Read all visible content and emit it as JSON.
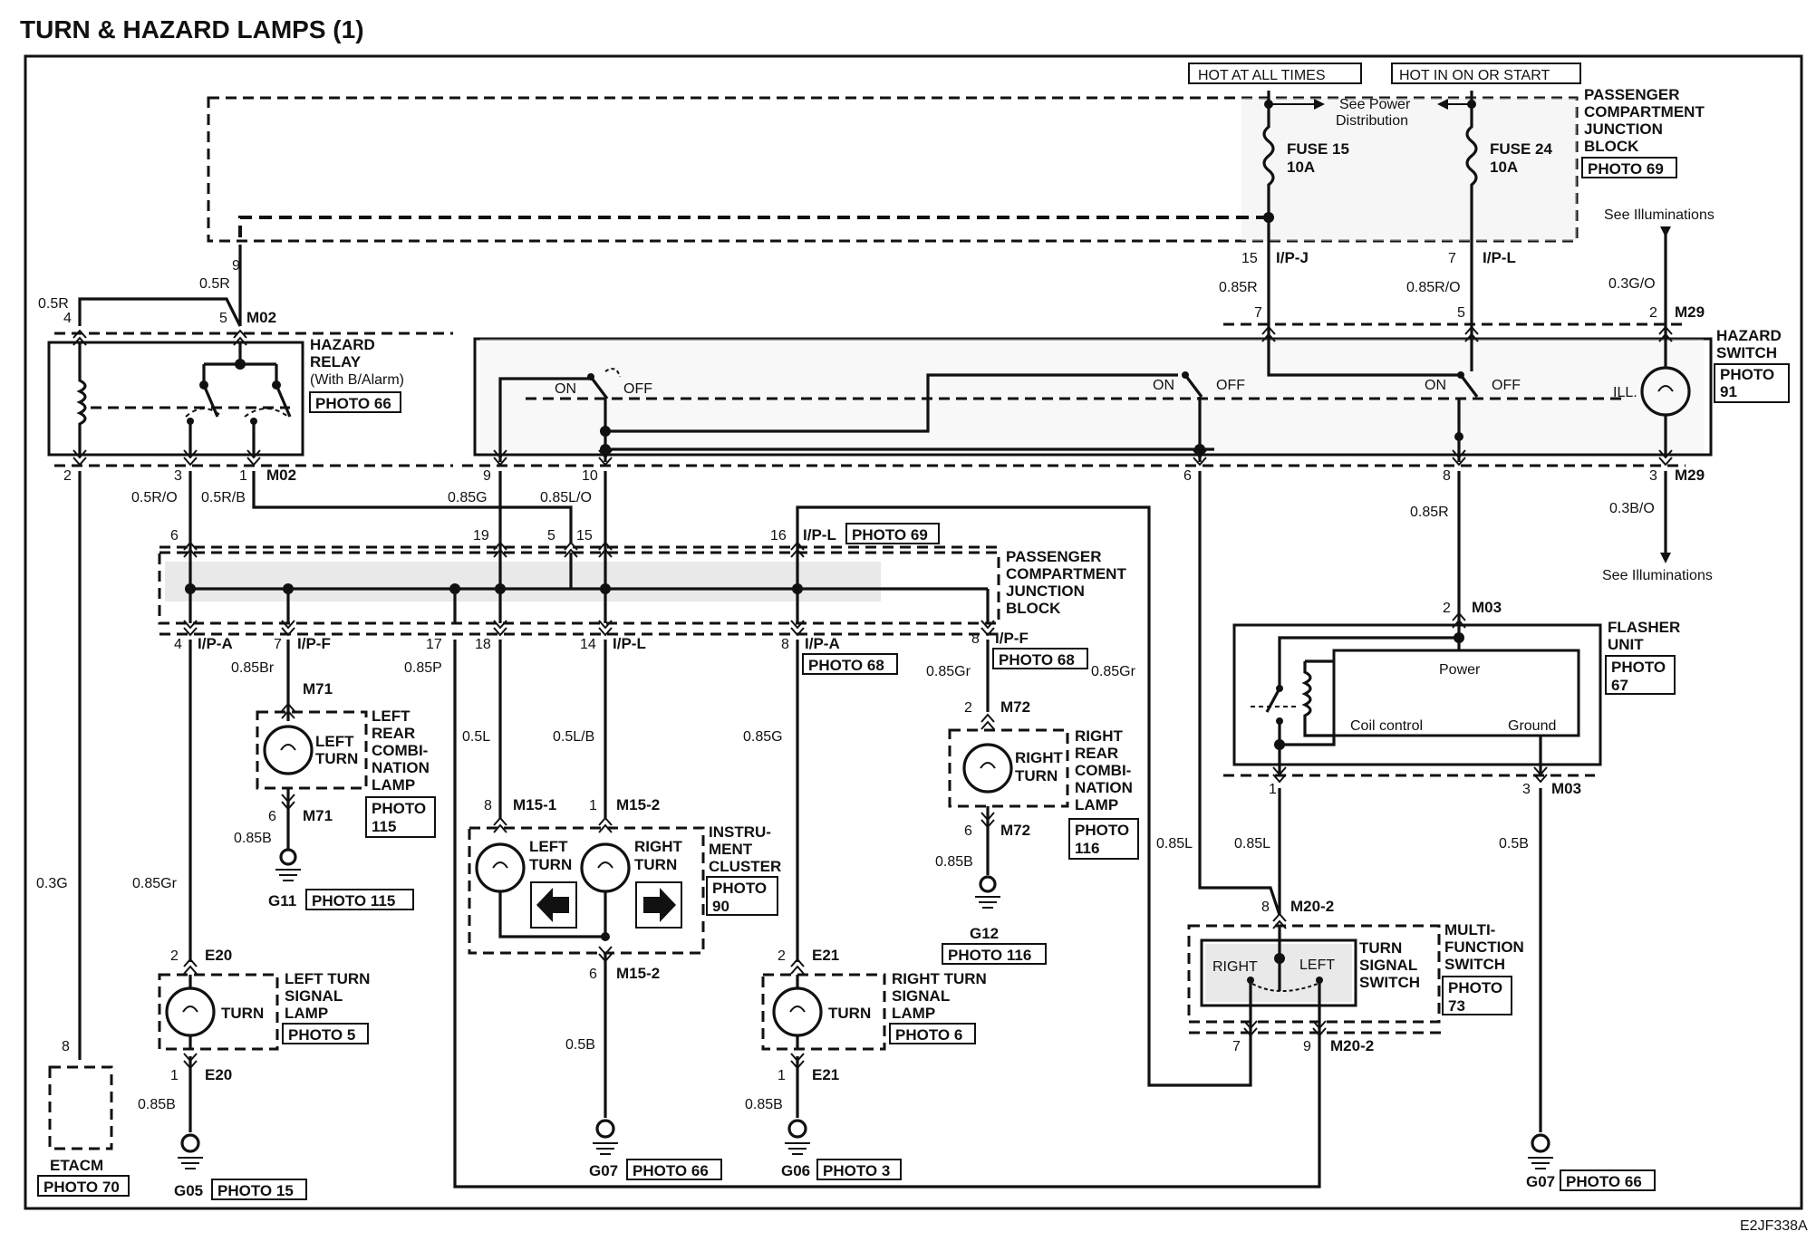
{
  "title": "TURN & HAZARD LAMPS (1)",
  "code": "E2JF338A",
  "power_labels": {
    "hot_always": "HOT AT ALL TIMES",
    "hot_on_start": "HOT IN ON OR START",
    "see_power_1": "See Power",
    "see_power_2": "Distribution"
  },
  "fuses": [
    {
      "name": "FUSE 15",
      "rating": "10A"
    },
    {
      "name": "FUSE 24",
      "rating": "10A"
    }
  ],
  "see_illum": "See Illuminations",
  "components": {
    "pcjb_top": [
      "PASSENGER",
      "COMPARTMENT",
      "JUNCTION",
      "BLOCK"
    ],
    "pcjb_mid": [
      "PASSENGER",
      "COMPARTMENT",
      "JUNCTION",
      "BLOCK"
    ],
    "hazard_relay": [
      "HAZARD",
      "RELAY",
      "(With B/Alarm)"
    ],
    "hazard_switch": [
      "HAZARD",
      "SWITCH"
    ],
    "flasher": [
      "FLASHER",
      "UNIT"
    ],
    "flasher_power": "Power",
    "flasher_coil": "Coil control",
    "flasher_ground": "Ground",
    "left_rear": [
      "LEFT",
      "REAR",
      "COMBI-",
      "NATION",
      "LAMP"
    ],
    "right_rear": [
      "RIGHT",
      "REAR",
      "COMBI-",
      "NATION",
      "LAMP"
    ],
    "cluster": [
      "INSTRU-",
      "MENT",
      "CLUSTER"
    ],
    "left_turn_signal": [
      "LEFT TURN",
      "SIGNAL",
      "LAMP"
    ],
    "right_turn_signal": [
      "RIGHT TURN",
      "SIGNAL",
      "LAMP"
    ],
    "multi_function": [
      "MULTI-",
      "FUNCTION",
      "SWITCH"
    ],
    "turn_signal_switch": [
      "TURN",
      "SIGNAL",
      "SWITCH"
    ],
    "etacm": "ETACM",
    "ill": "ILL.",
    "on": "ON",
    "off": "OFF",
    "left": "LEFT",
    "right": "RIGHT",
    "turn": "TURN"
  },
  "photos": {
    "p69": "PHOTO 69",
    "p66": "PHOTO 66",
    "p91": "PHOTO 91",
    "p67": "PHOTO 67",
    "p68": "PHOTO 68",
    "p115": "PHOTO 115",
    "p116": "PHOTO 116",
    "p90": "PHOTO 90",
    "p73": "PHOTO 73",
    "p5": "PHOTO 5",
    "p6": "PHOTO 6",
    "p15": "PHOTO 15",
    "p3": "PHOTO 3",
    "p70": "PHOTO 70"
  },
  "grounds": {
    "g11": "G11",
    "g12": "G12",
    "g05": "G05",
    "g07": "G07",
    "g06": "G06"
  },
  "connectors": {
    "ipj": "I/P-J",
    "ipl": "I/P-L",
    "ipa": "I/P-A",
    "ipf": "I/P-F",
    "m02": "M02",
    "m29": "M29",
    "m03": "M03",
    "m71": "M71",
    "m72": "M72",
    "m151": "M15-1",
    "m152": "M15-2",
    "m202": "M20-2",
    "e20": "E20",
    "e21": "E21"
  },
  "wires": {
    "w05r": "0.5R",
    "w085r": "0.85R",
    "w085ro": "0.85R/O",
    "w03go": "0.3G/O",
    "w03bo": "0.3B/O",
    "w05ro": "0.5R/O",
    "w05rb": "0.5R/B",
    "w085g": "0.85G",
    "w085lo": "0.85L/O",
    "w085br": "0.85Br",
    "w085p": "0.85P",
    "w085gr": "0.85Gr",
    "w05l": "0.5L",
    "w05lb": "0.5L/B",
    "w085l": "0.85L",
    "w05b": "0.5B",
    "w085b": "0.85B",
    "w03g": "0.3G"
  },
  "pins": {
    "p1": "1",
    "p2": "2",
    "p3": "3",
    "p4": "4",
    "p5": "5",
    "p6": "6",
    "p7": "7",
    "p8": "8",
    "p9": "9",
    "p10": "10",
    "p14": "14",
    "p15": "15",
    "p16": "16",
    "p17": "17",
    "p18": "18",
    "p19": "19"
  }
}
